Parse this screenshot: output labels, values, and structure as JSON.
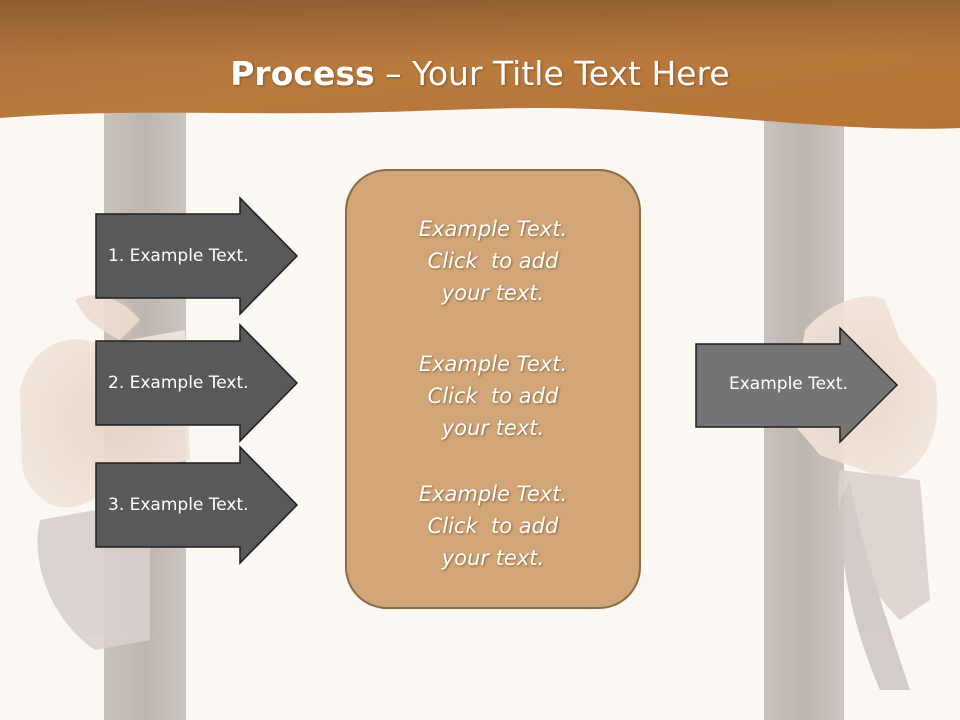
{
  "title": {
    "bold": "Process",
    "rest": " – Your Title Text Here"
  },
  "left_arrows": [
    {
      "label": "1. Example Text."
    },
    {
      "label": "2. Example Text."
    },
    {
      "label": "3. Example Text."
    }
  ],
  "center_box": {
    "items": [
      {
        "line1": "Example Text.",
        "line2": "Click  to add",
        "line3": "your text."
      },
      {
        "line1": "Example Text.",
        "line2": "Click  to add",
        "line3": "your text."
      },
      {
        "line1": "Example Text.",
        "line2": "Click  to add",
        "line3": "your text."
      }
    ]
  },
  "right_arrow": {
    "label": "Example Text."
  },
  "colors": {
    "header_brown": "#b8773a",
    "center_box_fill": "#d2a676",
    "arrow_dark": "#5a5a5a",
    "arrow_light": "#747474"
  }
}
